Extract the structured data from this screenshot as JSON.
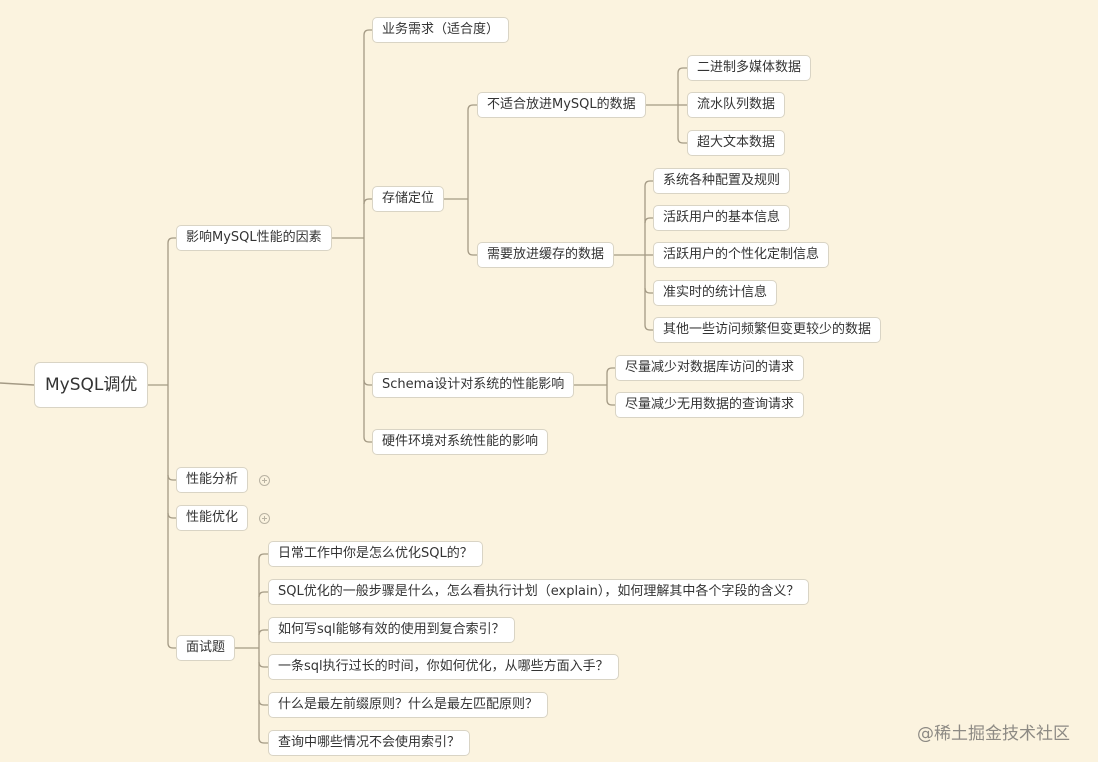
{
  "mindmap": {
    "line_color": "#a49a85",
    "background": "#fbf3df",
    "root": {
      "label": "MySQL调优",
      "children": [
        {
          "label": "影响MySQL性能的因素",
          "children": [
            {
              "label": "业务需求（适合度）"
            },
            {
              "label": "存储定位",
              "children": [
                {
                  "label": "不适合放进MySQL的数据",
                  "children": [
                    {
                      "label": "二进制多媒体数据"
                    },
                    {
                      "label": "流水队列数据"
                    },
                    {
                      "label": "超大文本数据"
                    }
                  ]
                },
                {
                  "label": "需要放进缓存的数据",
                  "children": [
                    {
                      "label": "系统各种配置及规则"
                    },
                    {
                      "label": "活跃用户的基本信息"
                    },
                    {
                      "label": "活跃用户的个性化定制信息"
                    },
                    {
                      "label": "准实时的统计信息"
                    },
                    {
                      "label": "其他一些访问频繁但变更较少的数据"
                    }
                  ]
                }
              ]
            },
            {
              "label": "Schema设计对系统的性能影响",
              "children": [
                {
                  "label": "尽量减少对数据库访问的请求"
                },
                {
                  "label": "尽量减少无用数据的查询请求"
                }
              ]
            },
            {
              "label": "硬件环境对系统性能的影响"
            }
          ]
        },
        {
          "label": "性能分析",
          "collapsed": true,
          "expand_icon": "plus-circle"
        },
        {
          "label": "性能优化",
          "collapsed": true,
          "expand_icon": "plus-circle"
        },
        {
          "label": "面试题",
          "children": [
            {
              "label": "日常工作中你是怎么优化SQL的？"
            },
            {
              "label": "SQL优化的一般步骤是什么，怎么看执行计划（explain），如何理解其中各个字段的含义？"
            },
            {
              "label": "如何写sql能够有效的使用到复合索引？"
            },
            {
              "label": "一条sql执行过长的时间，你如何优化，从哪些方面入手？"
            },
            {
              "label": "什么是最左前缀原则？什么是最左匹配原则？"
            },
            {
              "label": "查询中哪些情况不会使用索引？"
            }
          ]
        }
      ]
    }
  },
  "watermark": "@稀土掘金技术社区"
}
